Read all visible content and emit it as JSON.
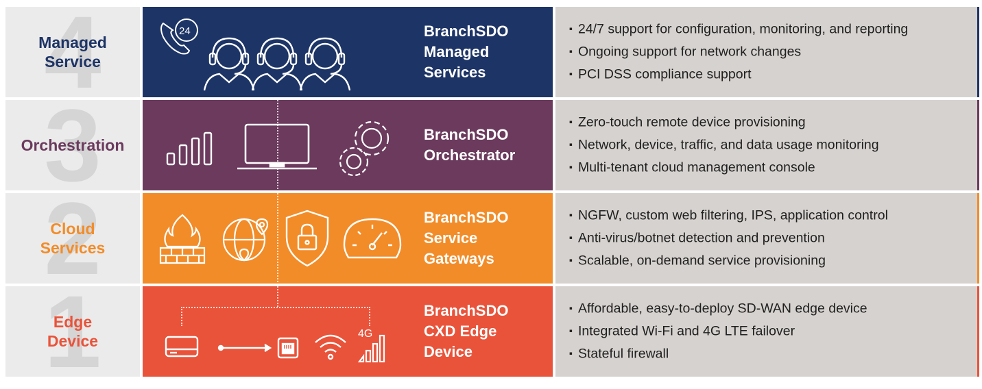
{
  "layers": [
    {
      "number": "4",
      "title_lines": [
        "Managed",
        "Service"
      ],
      "title_color": "#1d3466",
      "band_color": "#1d3466",
      "product_lines": [
        "BranchSDO",
        "Managed",
        "Services"
      ],
      "bullets": [
        "24/7 support for configuration, monitoring, and reporting",
        "Ongoing support for network changes",
        "PCI DSS compliance support"
      ],
      "icons": [
        "phone-24-icon",
        "headset-agent-icon",
        "headset-agent-icon",
        "headset-agent-icon"
      ]
    },
    {
      "number": "3",
      "title_lines": [
        "Orchestration"
      ],
      "title_color": "#6b3a5d",
      "band_color": "#6b3a5d",
      "product_lines": [
        "BranchSDO",
        "Orchestrator"
      ],
      "bullets": [
        "Zero-touch remote device provisioning",
        "Network, device, traffic, and data usage monitoring",
        "Multi-tenant cloud management console"
      ],
      "icons": [
        "bar-chart-icon",
        "laptop-icon",
        "gears-icon"
      ]
    },
    {
      "number": "2",
      "title_lines": [
        "Cloud",
        "Services"
      ],
      "title_color": "#f28c28",
      "band_color": "#f28c28",
      "product_lines": [
        "BranchSDO",
        "Service",
        "Gateways"
      ],
      "bullets": [
        "NGFW, custom web filtering, IPS, application control",
        "Anti-virus/botnet detection and prevention",
        "Scalable, on-demand service provisioning"
      ],
      "icons": [
        "firewall-icon",
        "globe-pin-icon",
        "shield-lock-icon",
        "speedometer-icon"
      ]
    },
    {
      "number": "1",
      "title_lines": [
        "Edge",
        "Device"
      ],
      "title_color": "#e9533a",
      "band_color": "#e9533a",
      "product_lines": [
        "BranchSDO",
        "CXD Edge",
        "Device"
      ],
      "bullets": [
        "Affordable, easy-to-deploy SD-WAN edge device",
        "Integrated Wi-Fi and 4G LTE failover",
        "Stateful firewall"
      ],
      "icons": [
        "edge-router-icon",
        "arrow-right-icon",
        "ethernet-port-icon",
        "wifi-icon",
        "4g-signal-icon"
      ],
      "signal_label": "4G"
    }
  ]
}
